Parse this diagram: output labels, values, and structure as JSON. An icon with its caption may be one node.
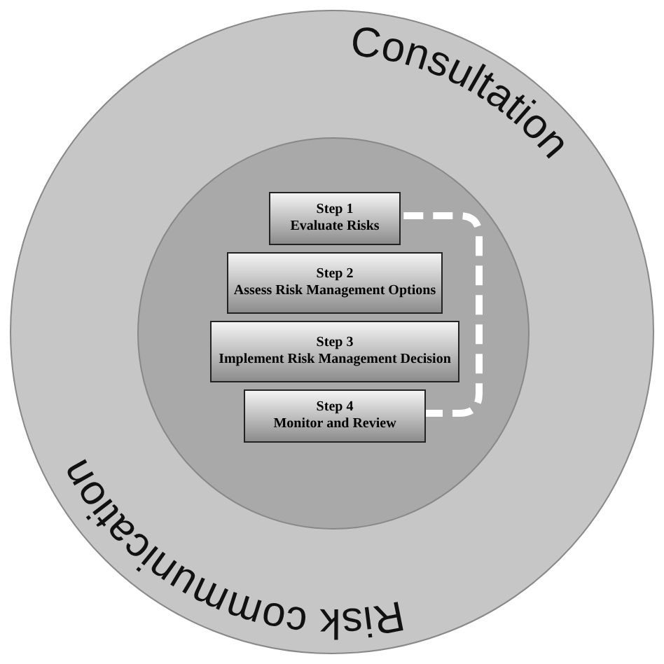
{
  "diagram": {
    "nodes": [
      {
        "text": [
          "Consultation",
          "Risk communication"
        ]
      },
      {
        "text": [],
        "shape": "circle",
        "in": 0
      },
      {
        "text": [
          "Step 1",
          "Evaluate Risks"
        ],
        "in": 1
      },
      {
        "text": [
          "Step 2",
          "Assess Risk Management Options"
        ],
        "in": 1
      },
      {
        "text": [
          "Step 3",
          "Implement Risk Management Decision"
        ],
        "in": 1
      },
      {
        "text": [
          "Step 4",
          "Monitor and Review"
        ],
        "in": 1
      }
    ],
    "edges": [
      {
        "from": 5,
        "to": 2,
        "arrow": "none",
        "style": "dashed",
        "color": "#ffffff"
      }
    ]
  }
}
